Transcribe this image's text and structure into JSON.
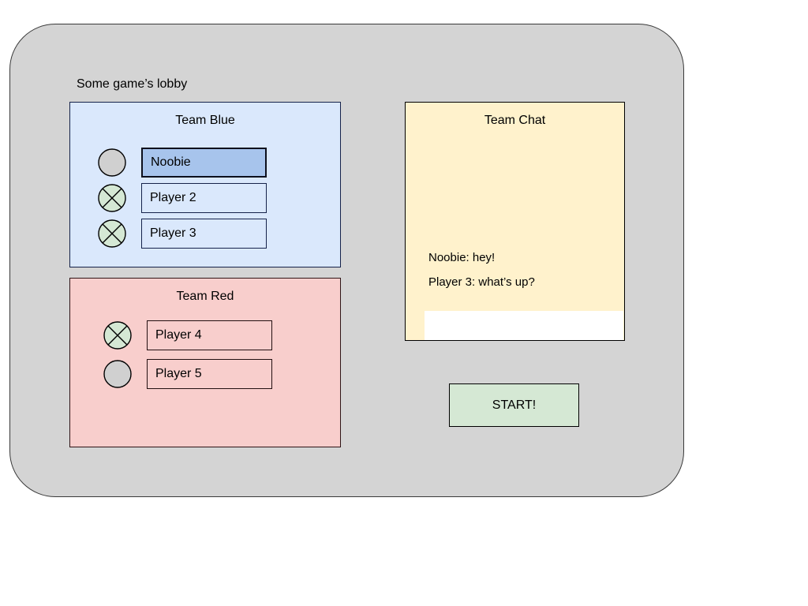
{
  "window": {
    "title": "Some game’s lobby"
  },
  "colors": {
    "window_bg": "#d4d4d4",
    "team_blue_bg": "#dae8fc",
    "team_blue_border": "#15224a",
    "team_blue_selected_bg": "#a7c4ec",
    "team_red_bg": "#f8cecc",
    "team_red_border": "#231011",
    "chat_bg": "#fff2cc",
    "chat_border": "#000000",
    "start_button_bg": "#d5e8d4",
    "ready_icon_fill": "#d5e8d4",
    "not_ready_icon_fill": "#d0d0d0"
  },
  "teams": [
    {
      "id": "blue",
      "title": "Team Blue",
      "players": [
        {
          "name": "Noobie",
          "status_icon": "circle-plain-icon",
          "ready": false,
          "selected": true
        },
        {
          "name": "Player 2",
          "status_icon": "circle-cross-icon",
          "ready": true,
          "selected": false
        },
        {
          "name": "Player 3",
          "status_icon": "circle-cross-icon",
          "ready": true,
          "selected": false
        }
      ]
    },
    {
      "id": "red",
      "title": "Team Red",
      "players": [
        {
          "name": "Player 4",
          "status_icon": "circle-cross-icon",
          "ready": true,
          "selected": false
        },
        {
          "name": "Player 5",
          "status_icon": "circle-plain-icon",
          "ready": false,
          "selected": false
        }
      ]
    }
  ],
  "chat": {
    "title": "Team Chat",
    "messages": [
      "Noobie: hey!",
      "Player 3: what’s up?"
    ],
    "input": {
      "value": "",
      "placeholder": ""
    }
  },
  "start_button": {
    "label": "START!"
  }
}
